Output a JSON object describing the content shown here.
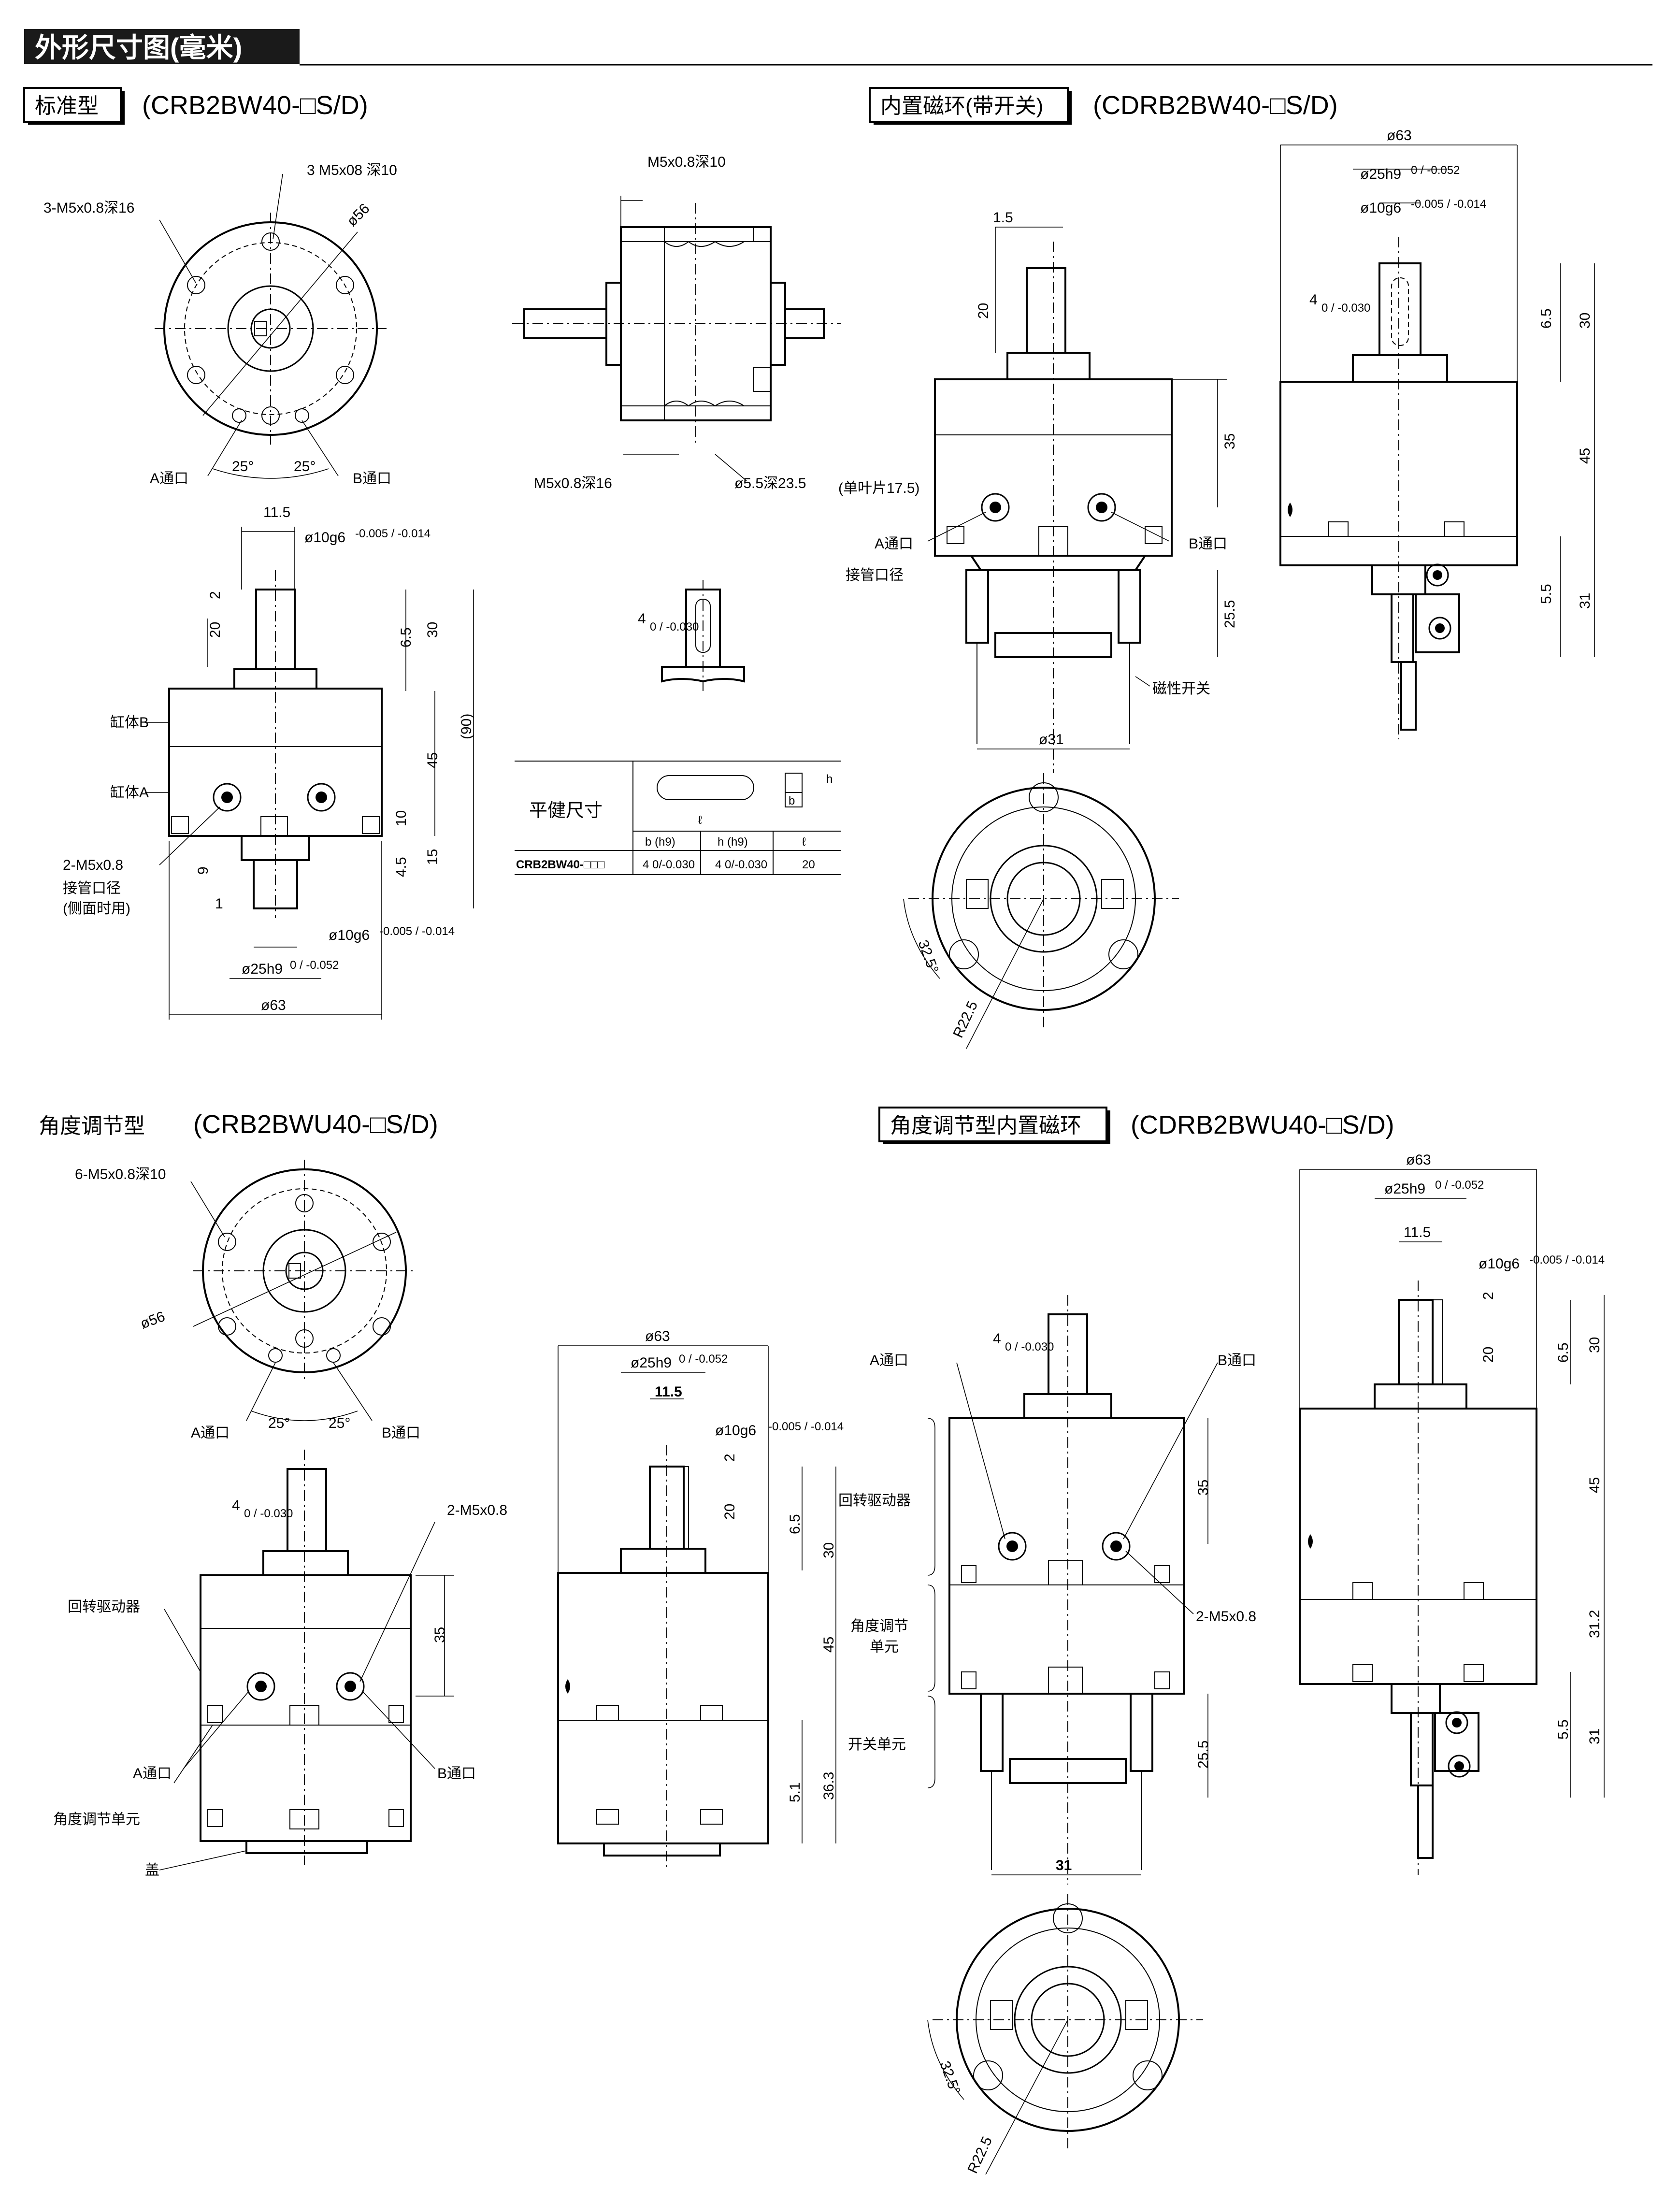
{
  "page": {
    "title": "外形尺寸图(毫米)"
  },
  "sections": {
    "standard": {
      "label": "标准型",
      "model": "(CRB2BW40-□S/D)"
    },
    "magnetic": {
      "label": "内置磁环(带开关)",
      "model": "(CDRB2BW40-□S/D)"
    },
    "angle": {
      "label": "角度调节型",
      "model": "(CRB2BWU40-□S/D)"
    },
    "angle_magnetic": {
      "label": "角度调节型内置磁环",
      "model": "(CDRB2BWU40-□S/D)"
    }
  },
  "labels": {
    "m5_3_16": "3-M5x0.8深16",
    "m5_3_08_10": "3 M5x08 深10",
    "d56": "ø56",
    "port_a": "A通口",
    "port_b": "B通口",
    "angle25": "25°",
    "m5_08_10": "M5x0.8深10",
    "m5_08_16": "M5x0.8深16",
    "d55_235": "ø5.5深23.5",
    "d11_5": "11.5",
    "d10g6": "ø10g6",
    "tol_10g6": "-0.005 / -0.014",
    "d2": "2",
    "d20": "20",
    "d6_5": "6.5",
    "d30": "30",
    "d90": "(90)",
    "d45": "45",
    "d10": "10",
    "d15": "15",
    "d4_5": "4.5",
    "d9": "9",
    "d1": "1",
    "cyl_b": "缸体B",
    "cyl_a": "缸体A",
    "m5_2": "2-M5x0.8",
    "pipe_port": "接管口径",
    "side_use": "(侧面时用)",
    "d25h9": "ø25h9",
    "tol_25h9": "0 / -0.052",
    "d63": "ø63",
    "key4": "4",
    "tol_key": "0 / -0.030",
    "key_title": "平健尺寸",
    "key_headers": [
      "b (h9)",
      "h (h9)",
      "ℓ"
    ],
    "key_row_model": "CRB2BW40-□□□",
    "key_row_values": [
      "4 0/-0.030",
      "4 0/-0.030",
      "20"
    ],
    "key_b": "b",
    "key_h": "h",
    "key_l": "ℓ",
    "d1_5": "1.5",
    "d35": "35",
    "single_vane": "(单叶片17.5)",
    "d25_5": "25.5",
    "mag_switch": "磁性开关",
    "d31": "ø31",
    "d32_5": "32.5°",
    "r22_5": "R22.5",
    "d5_5": "5.5",
    "d31_plain": "31",
    "m5_6_10": "6-M5x0.8深10",
    "rotary_actuator": "回转驱动器",
    "angle_unit": "角度调节单元",
    "angle_unit_1": "角度调节",
    "angle_unit_2": "单元",
    "cover": "盖",
    "switch_unit": "开关单元",
    "d5_1": "5.1",
    "d36_3": "36.3",
    "d31_2": "31.2",
    "d31_bold": "31"
  }
}
